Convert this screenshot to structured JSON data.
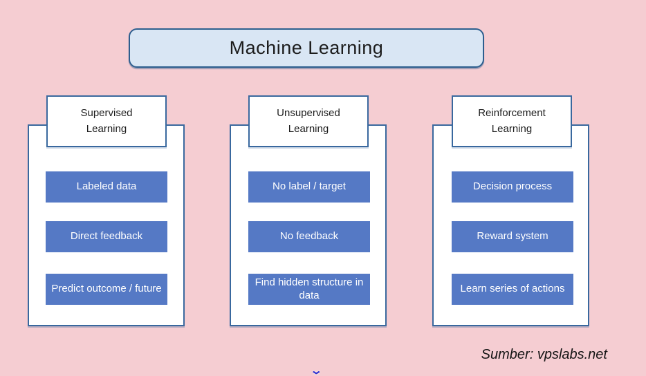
{
  "title": "Machine Learning",
  "columns": [
    {
      "header": "Supervised\nLearning",
      "items": [
        "Labeled data",
        "Direct feedback",
        "Predict outcome / future"
      ]
    },
    {
      "header": "Unsupervised\nLearning",
      "items": [
        "No label / target",
        "No feedback",
        "Find hidden structure in data"
      ]
    },
    {
      "header": "Reinforcement\nLearning",
      "items": [
        "Decision process",
        "Reward system",
        "Learn series of actions"
      ]
    }
  ],
  "credit": "Sumber: vpslabs.net",
  "icons": {
    "chevron_down": "⌄"
  },
  "colors": {
    "background": "#f5cdd2",
    "title_fill": "#d9e6f4",
    "title_border": "#2d5e8e",
    "panel_fill": "#ffffff",
    "panel_border": "#39689e",
    "item_fill": "#5579c5",
    "item_text": "#ffffff",
    "text": "#1c1c1c"
  }
}
